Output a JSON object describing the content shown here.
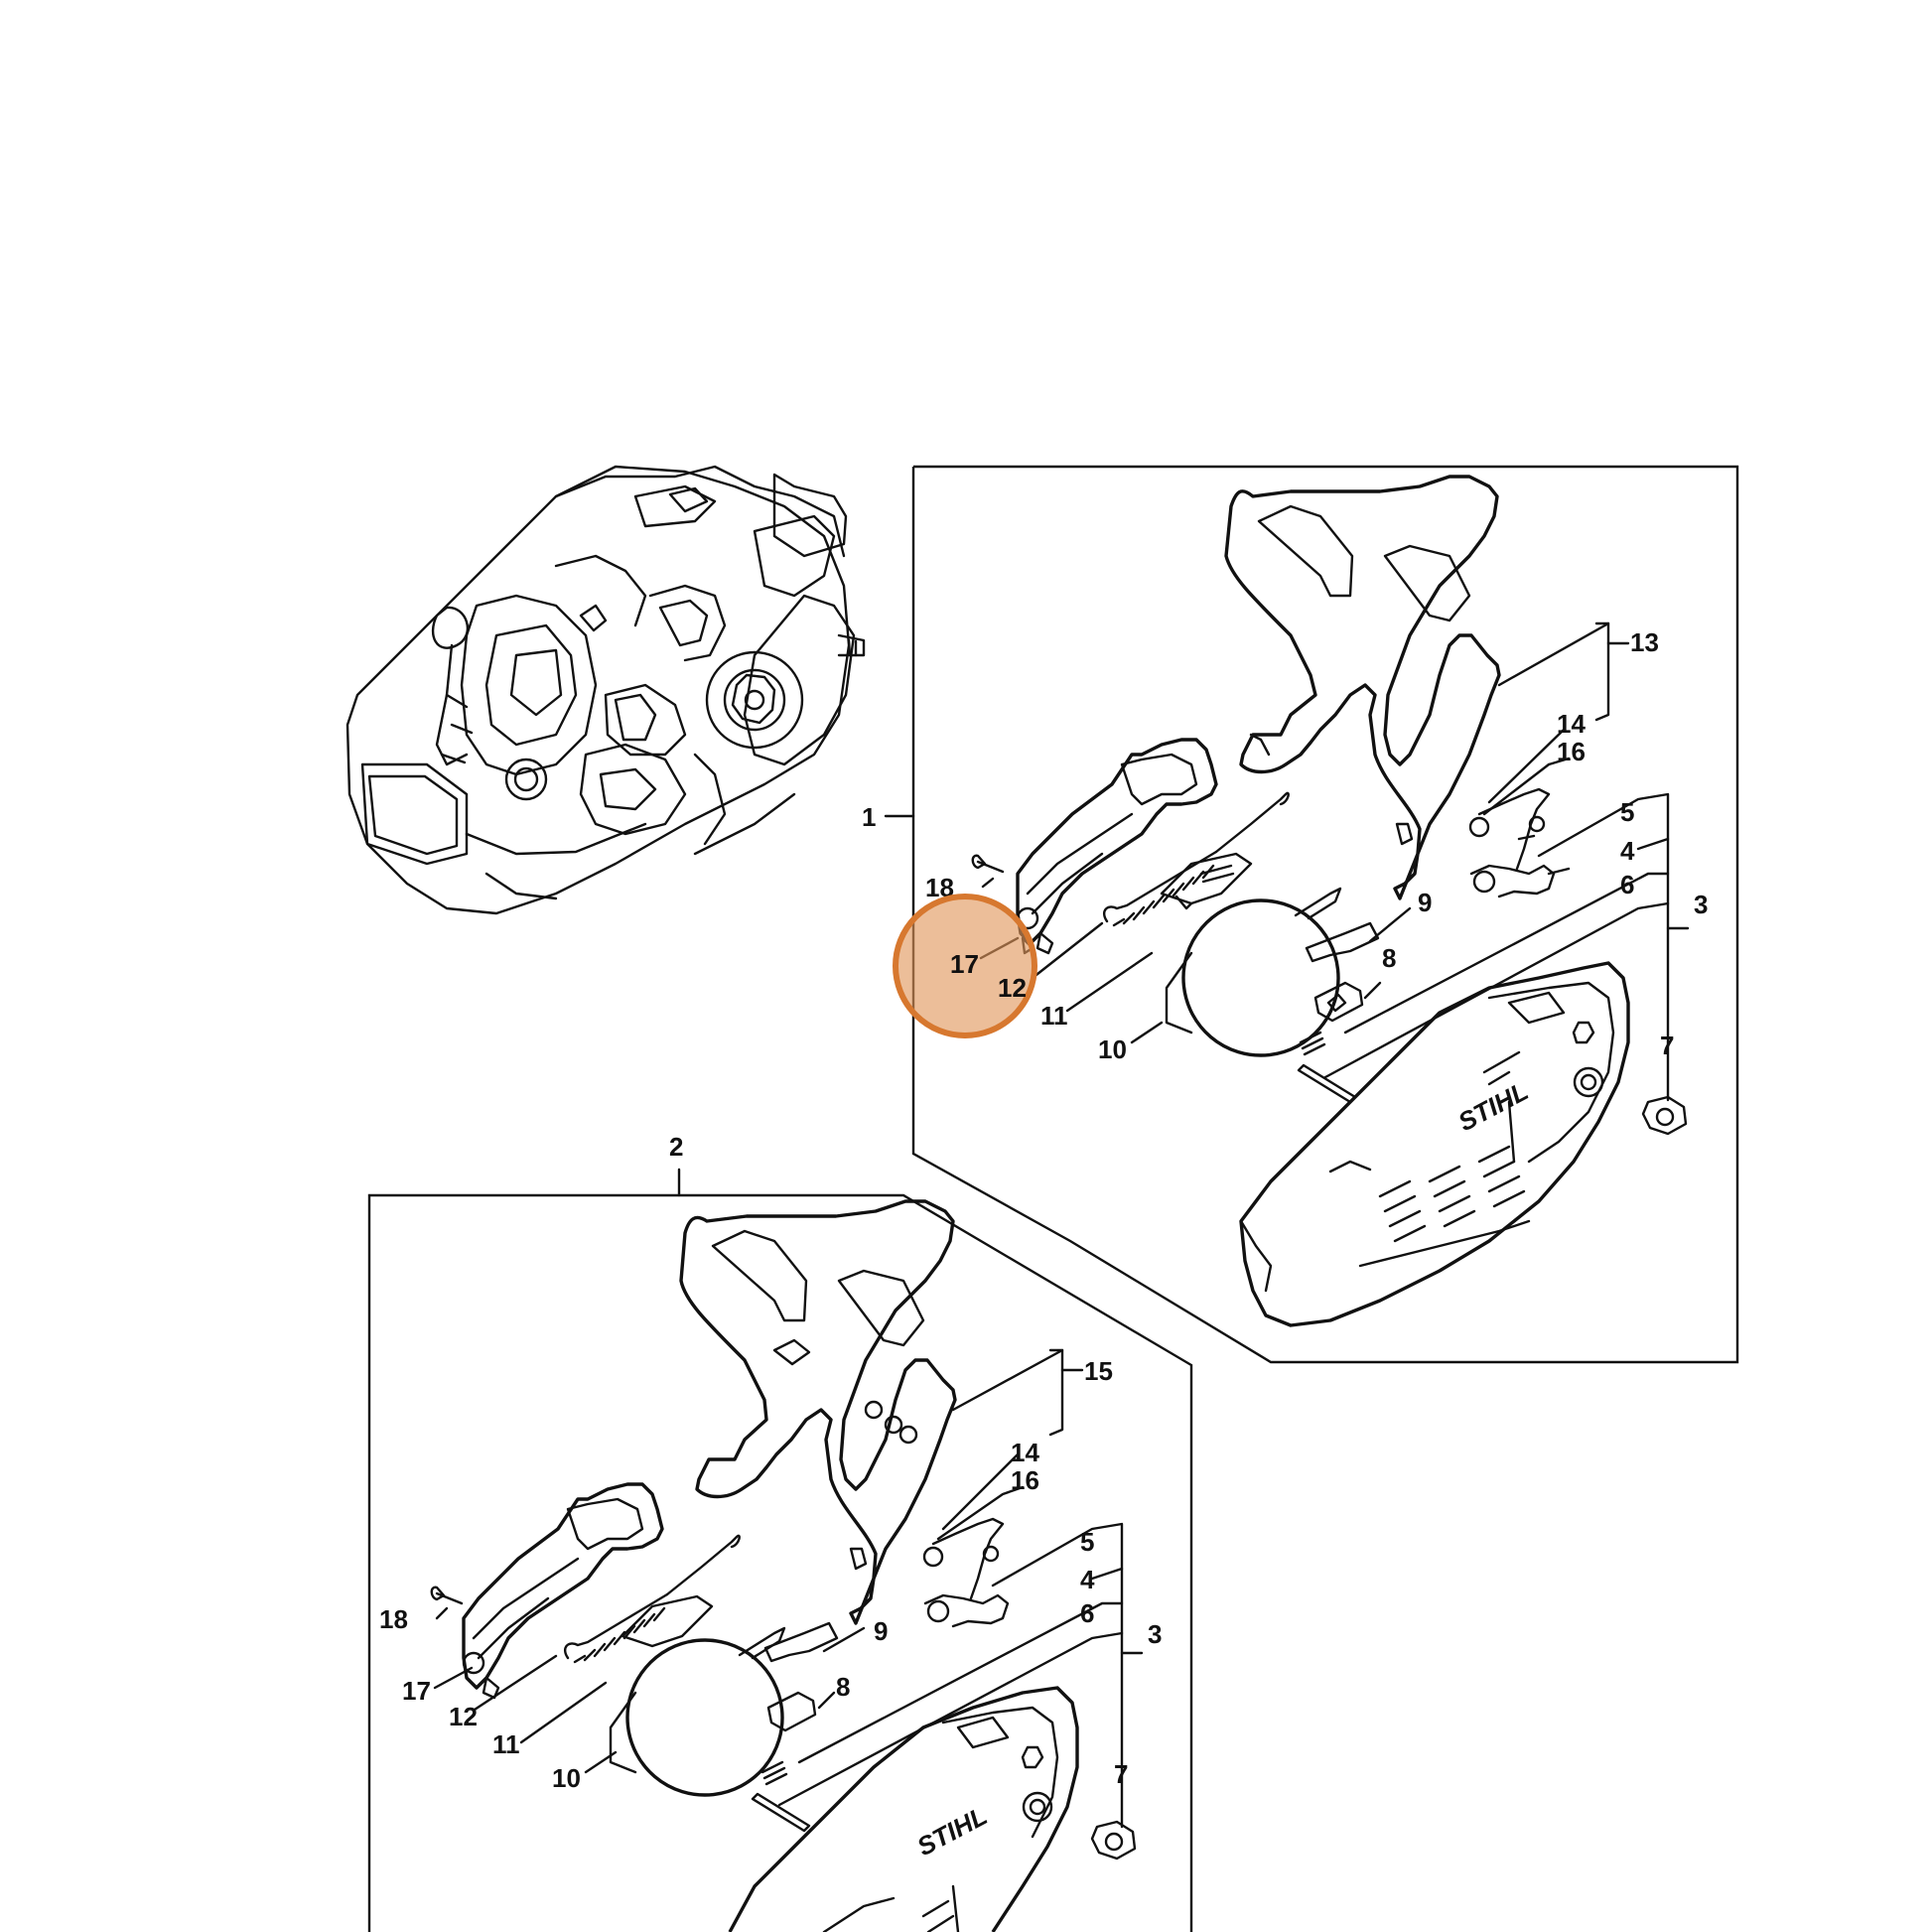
{
  "highlight": {
    "fill": "#e8a97b",
    "stroke": "#d7782f"
  },
  "overview": {
    "icon": "chainsaw-engine-overview-icon"
  },
  "group1": {
    "box_label": "1",
    "callouts": {
      "c3": "3",
      "c4": "4",
      "c5": "5",
      "c6": "6",
      "c7": "7",
      "c8": "8",
      "c9": "9",
      "c10": "10",
      "c11": "11",
      "c12": "12",
      "c13": "13",
      "c14": "14",
      "c16": "16",
      "c17": "17",
      "c18": "18"
    },
    "cover_logo": "STIHL"
  },
  "group2": {
    "box_label": "2",
    "callouts": {
      "c3": "3",
      "c4": "4",
      "c5": "5",
      "c6": "6",
      "c7": "7",
      "c8": "8",
      "c9": "9",
      "c10": "10",
      "c11": "11",
      "c12": "12",
      "c14": "14",
      "c15": "15",
      "c16": "16",
      "c17": "17",
      "c18": "18"
    },
    "cover_logo": "STIHL"
  }
}
